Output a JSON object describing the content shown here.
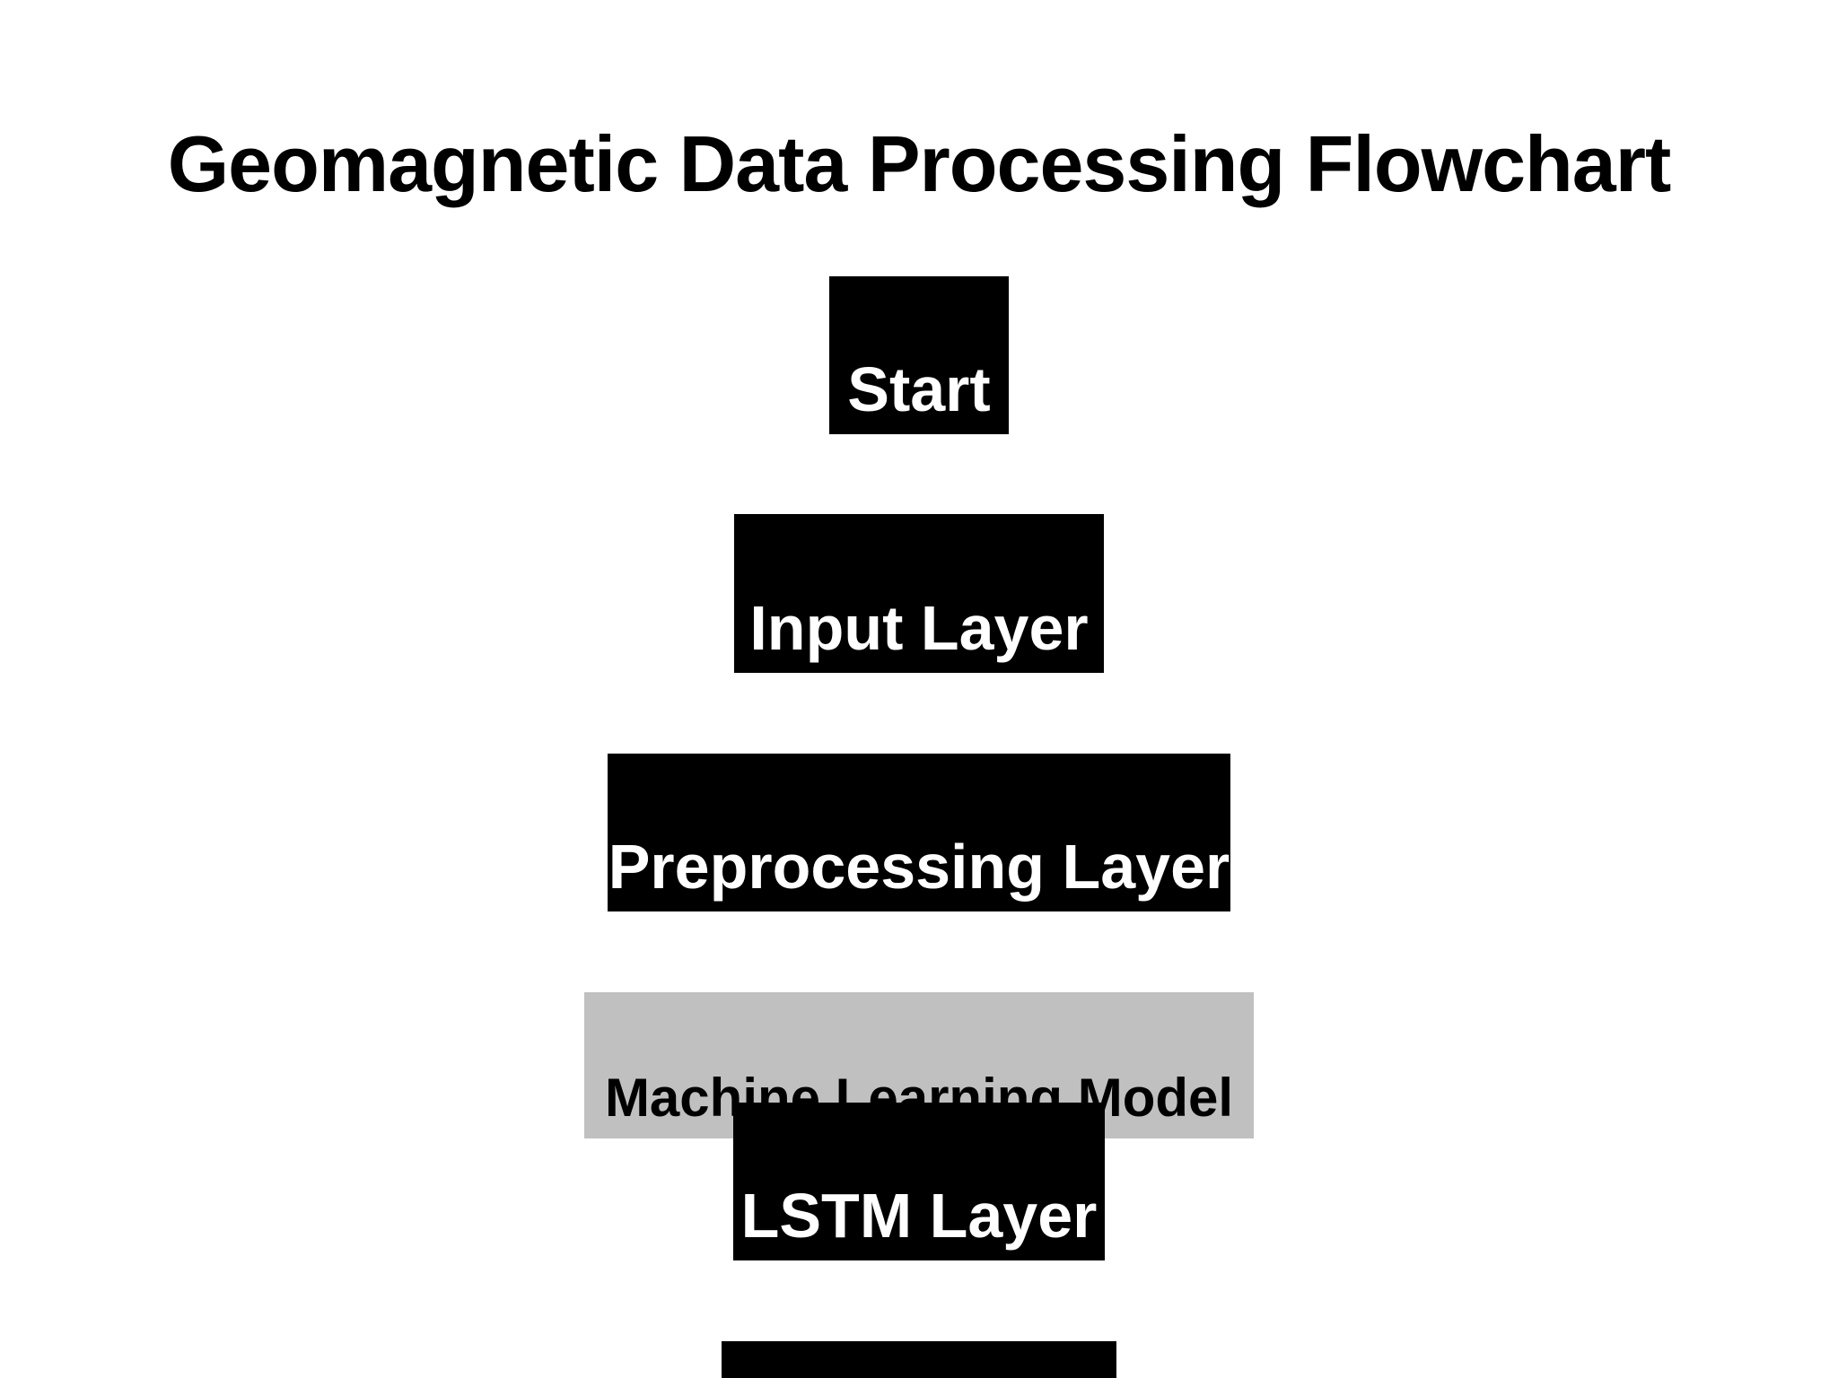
{
  "title": "Geomagnetic Data Processing Flowchart",
  "nodes": {
    "start": "Start",
    "input_layer": "Input Layer",
    "preprocessing_layer": "Preprocessing Layer",
    "lstm_layer": "LSTM Layer"
  },
  "group": {
    "label": "Machine Learning Model"
  },
  "colors": {
    "background": "#ffffff",
    "node_fill": "#000000",
    "node_text": "#ffffff",
    "group_fill": "#c0c0c0",
    "group_text": "#000000"
  }
}
